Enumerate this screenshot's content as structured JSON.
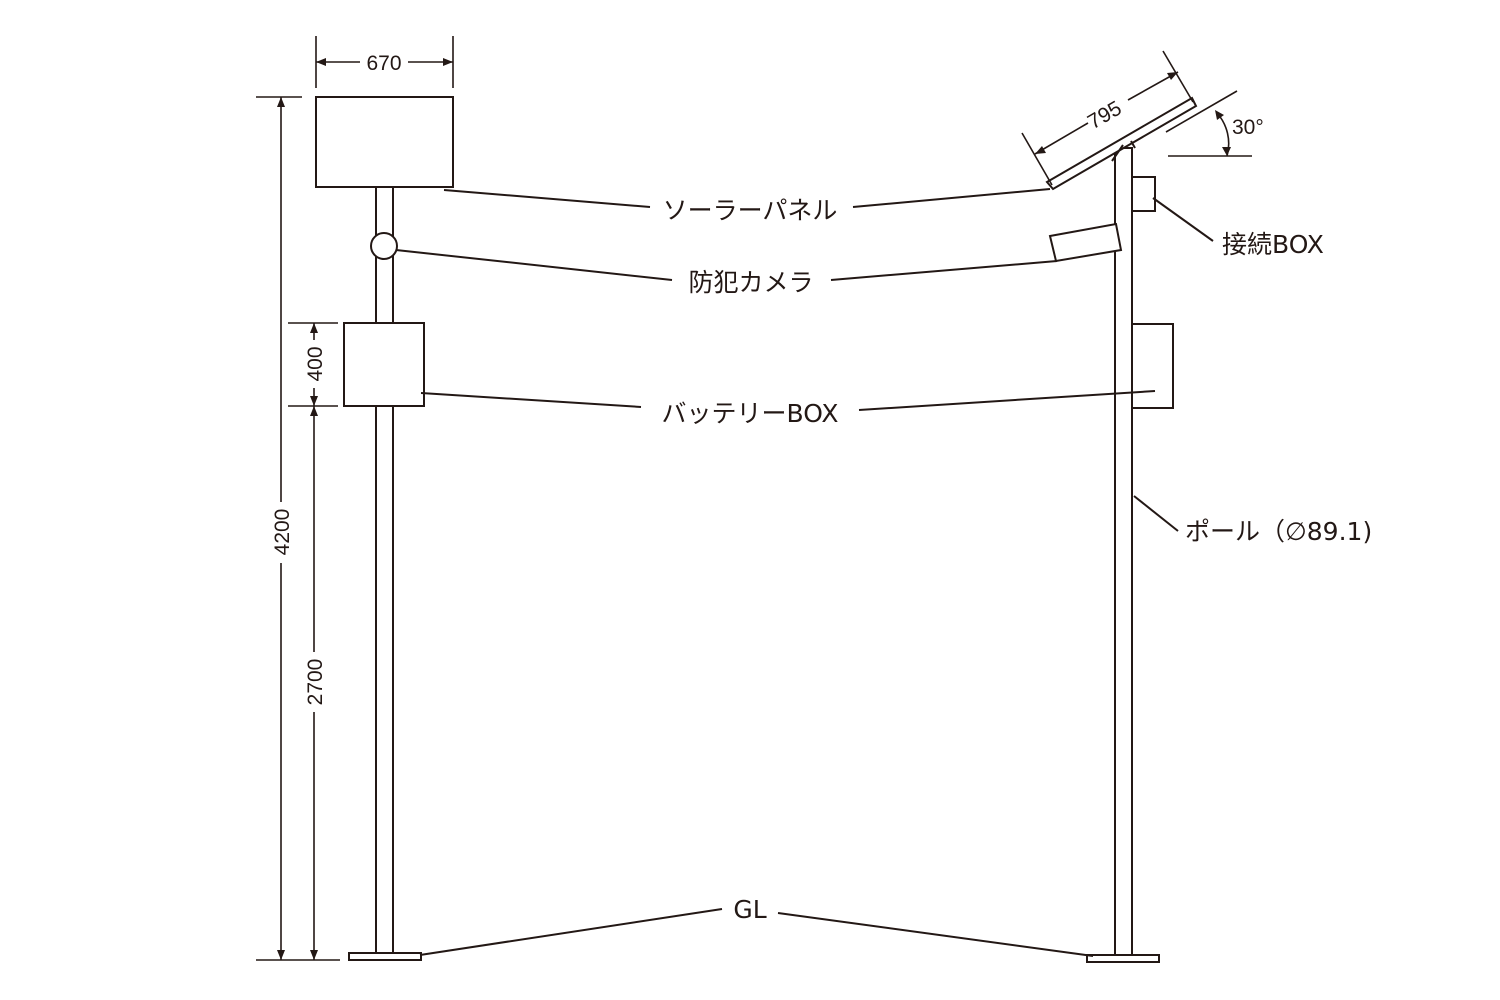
{
  "labels": {
    "solar_panel": "ソーラーパネル",
    "camera": "防犯カメラ",
    "battery_box": "バッテリーBOX",
    "ground_level": "GL",
    "junction_box": "接続BOX",
    "pole": "ポール（∅89.1)"
  },
  "dimensions": {
    "panel_width": "670",
    "panel_length": "795",
    "tilt_angle": "30°",
    "total_height": "4200",
    "battery_height": "400",
    "battery_mount_height": "2700"
  },
  "colors": {
    "line": "#231815",
    "background": "#ffffff"
  }
}
